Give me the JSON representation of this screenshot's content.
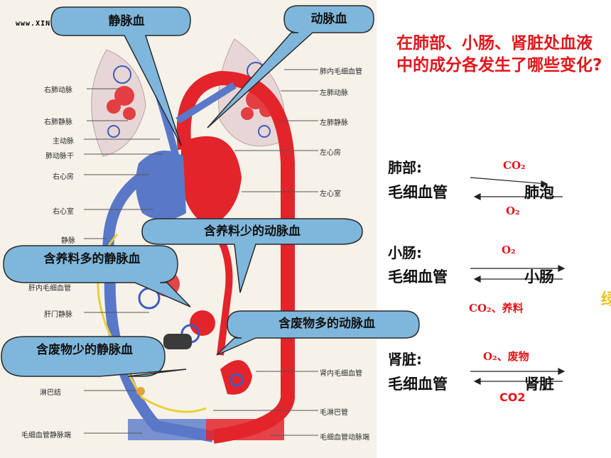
{
  "watermark": "www.XINI",
  "diagram_labels_left": [
    "右肺动脉",
    "右肺静脉",
    "主动脉",
    "肺动脉干",
    "右心房",
    "右心室",
    "静脉",
    "肝内毛细血管",
    "肝门静脉",
    "淋巴结",
    "毛细血管静脉端"
  ],
  "diagram_labels_right": [
    "肺内毛细血管",
    "左肺动脉",
    "左肺静脉",
    "左心房",
    "左心室",
    "肾内毛细血管",
    "毛淋巴管",
    "毛细血管动脉端"
  ],
  "callouts": {
    "venous": "静脉血",
    "arterial": "动脉血",
    "low_nutrient_arterial": "含养料少的动脉血",
    "high_nutrient_venous": "含养料多的静脉血",
    "high_waste_arterial": "含废物多的动脉血",
    "low_waste_venous": "含废物少的静脉血"
  },
  "question": "在肺部、小肠、肾脏处血液中的成分各发生了哪些变化?",
  "lung": {
    "title": "肺部:",
    "left": "毛细血管",
    "right": "肺泡",
    "top": "CO₂",
    "bottom": "O₂"
  },
  "intestine": {
    "title": "小肠:",
    "left": "毛细血管",
    "right": "小肠",
    "top": "O₂",
    "bottom": "CO₂、养料"
  },
  "kidney": {
    "title": "肾脏:",
    "left": "毛细血管",
    "right": "肾脏",
    "top": "O₂、废物",
    "bottom": "CO2"
  },
  "edge_glyph": "绿",
  "colors": {
    "accent_red": "#e0161b",
    "artery": "#e3242b",
    "vein": "#5a78c8",
    "bubble": "#7fb7dc"
  }
}
